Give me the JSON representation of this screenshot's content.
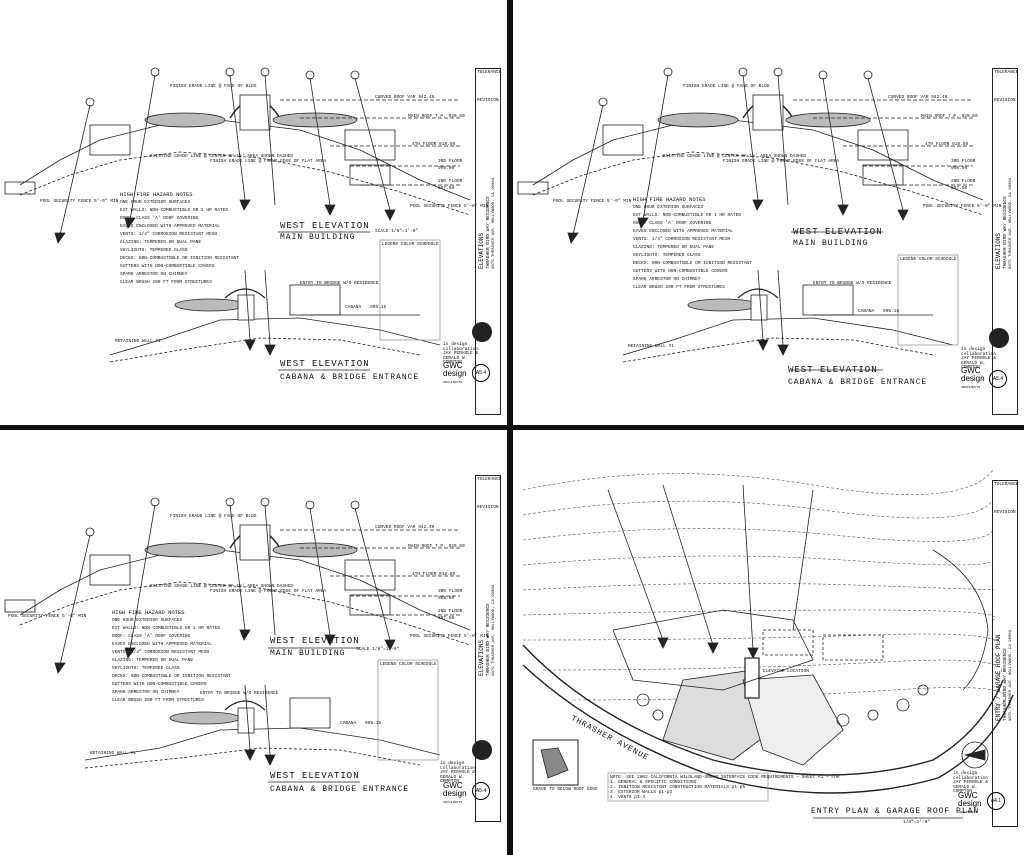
{
  "elevation": {
    "curved_roof": "CURVED ROOF  VAR 942.46",
    "main_roof": "MAIN ROOF  T.P. 929.50",
    "fourth_floor": "4TH FLOOR  919.50",
    "third_floor": "3RD FLOOR",
    "third_floor_elev": "908.00",
    "second_floor": "2ND FLOOR",
    "second_floor_elev": "897.50",
    "finish_grade_face": "FINISH GRADE LINE @ FACE OF BLDG",
    "existing_grade": "EXISTING GRADE LINE @ CENTER OF 15' AREA SHOWN DASHED",
    "finish_grade_flat": "FINISH GRADE LINE @ FRONT EDGE OF FLAT AREA",
    "pool_fence_left": "POOL SECURITY FENCE 5'-0\" MIN",
    "pool_fence_right": "POOL SECURITY FENCE 5'-0\" MIN",
    "fire_notes_title": "HIGH FIRE HAZARD NOTES",
    "fire_notes": [
      "ONE HOUR EXTERIOR SURFACES",
      "EXT WALLS: NON-COMBUSTIBLE OR 1 HR RATED",
      "ROOF: CLASS 'A' ROOF COVERING",
      "EAVES ENCLOSED WITH APPROVED MATERIAL",
      "VENTS: 1/4\" CORROSION RESISTANT MESH",
      "GLAZING: TEMPERED OR DUAL PANE",
      "SKYLIGHTS: TEMPERED GLASS",
      "DECKS: NON-COMBUSTIBLE OR IGNITION RESISTANT",
      "GUTTERS WITH NON-COMBUSTIBLE COVERS",
      "SPARK ARRESTOR ON CHIMNEY",
      "CLEAR BRUSH 200 FT FROM STRUCTURES"
    ],
    "main_title": "WEST ELEVATION",
    "main_subtitle": "MAIN BUILDING",
    "scale": "SCALE 1/8\"=1'-0\"",
    "entry_bridge": "ENTRY TO BRIDGE W/O RESIDENCE",
    "cabana": "CABANA",
    "cabana_elev": "905.16",
    "retaining_wall": "RETAINING WALL #1",
    "cabana_title": "WEST ELEVATION",
    "cabana_subtitle": "CABANA & BRIDGE ENTRANCE",
    "notes_head": "LEGEND COLOR SCHEDULE",
    "designer": "in design collaboration JAY PERHOLE & GERALD W. COMPTON",
    "firm": "GWC",
    "firm_line2": "design",
    "firm_line3": "ARCHITECTS",
    "sheet": "A5.4",
    "tb_title": "ELEVATIONS",
    "tb_project": "THRASHER BIRD WAY RESIDENCE",
    "tb_address": "9875 THRASHER AVE. HOLLYWOOD, CA 90069",
    "tb_tolerance": "TOLERANCE",
    "tb_revision": "REVISION"
  },
  "plan": {
    "elevator": "ELEVATOR LOCATION",
    "street": "THRASHER AVENUE",
    "notes": [
      "NOTE: SEE 2002 CALIFORNIA WILDLAND-URBAN INTERFACE CODE REQUIREMENTS — SHEET A1 — FOR",
      "1. GENERAL & SPECIFIC CONDITIONS",
      "2. IGNITION RESISTANT CONSTRUCTION MATERIALS p1-p5",
      "3. EXTERIOR WALLS p1-p3",
      "4. VENTS p1-4"
    ],
    "title": "ENTRY PLAN & GARAGE ROOF PLAN",
    "scale": "1/8\"=1'-0\"",
    "tb_title": "ENTRY / GARAGE ROOF PLAN",
    "sheet": "A4.1",
    "key_caption": "GRADE TO BELOW ROOF EDGE"
  }
}
